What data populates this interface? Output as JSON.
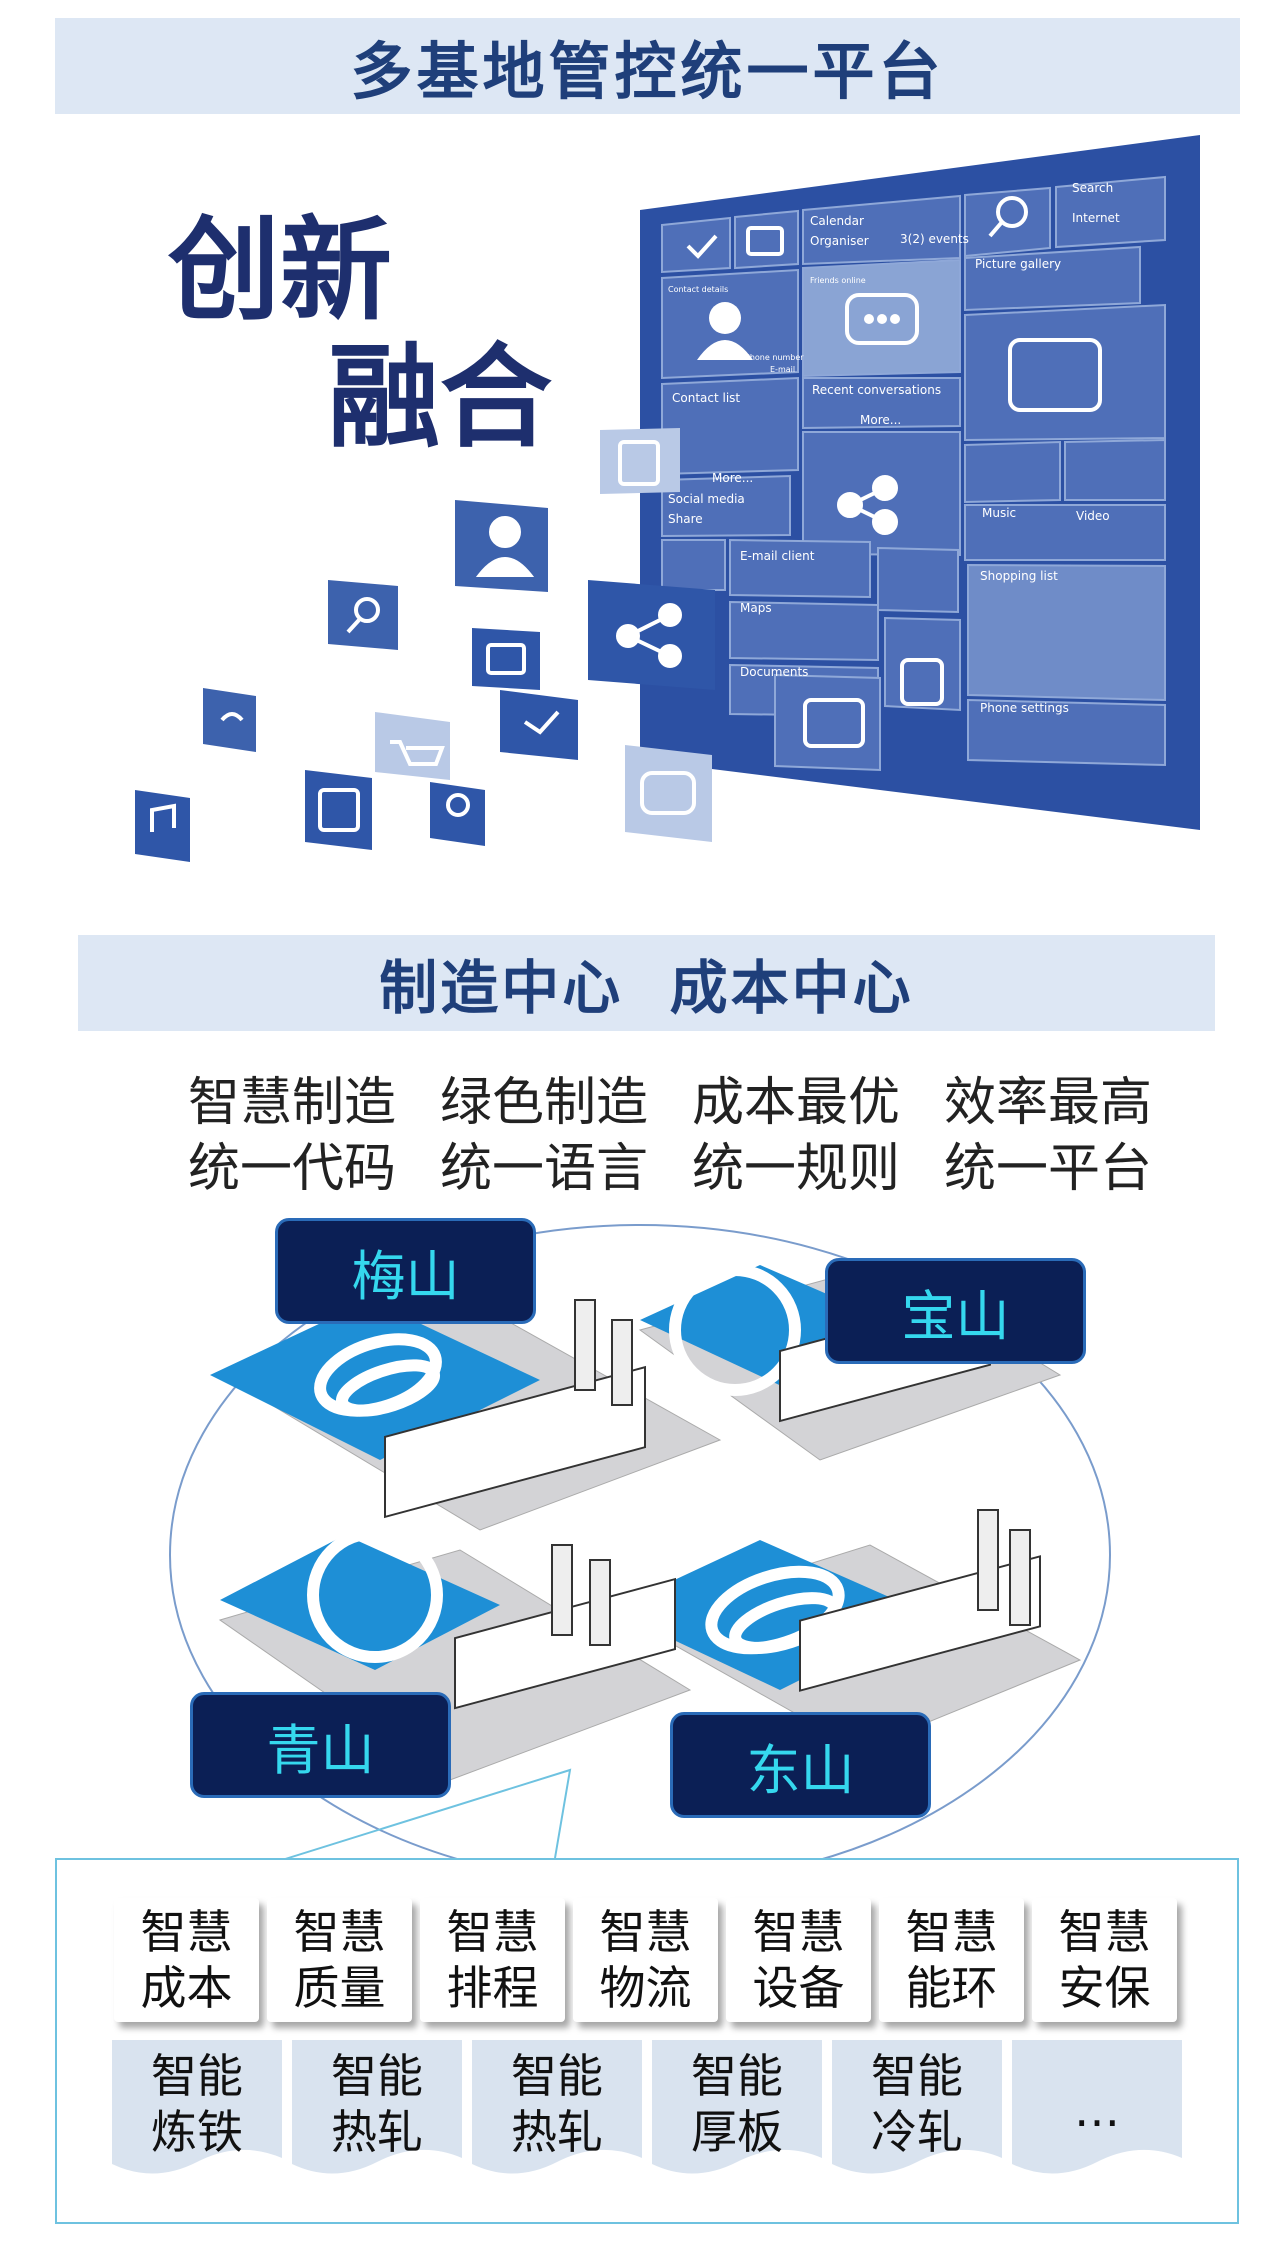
{
  "header": {
    "title": "多基地管控统一平台"
  },
  "slogan": {
    "line1": "创新",
    "line2": "融合"
  },
  "tablet": {
    "labels": [
      "Calendar",
      "Organiser",
      "3(2) events",
      "Search",
      "Internet",
      "Contact details",
      "Friends online",
      "Picture gallery",
      "Phone number",
      "E-mail",
      "Contact list",
      "Recent conversations",
      "More...",
      "More...",
      "Social media",
      "Share",
      "Music",
      "Video",
      "E-mail client",
      "Shopping list",
      "Maps",
      "Documents",
      "Phone settings"
    ]
  },
  "section2": {
    "title": "制造中心  成本中心",
    "row1": [
      "智慧制造",
      "绿色制造",
      "成本最优",
      "效率最高"
    ],
    "row2": [
      "统一代码",
      "统一语言",
      "统一规则",
      "统一平台"
    ]
  },
  "bases": {
    "meishan": "梅山",
    "baoshan": "宝山",
    "qingshan": "青山",
    "dongshan": "东山"
  },
  "smart_modules": [
    {
      "top": "智慧",
      "bottom": "成本"
    },
    {
      "top": "智慧",
      "bottom": "质量"
    },
    {
      "top": "智慧",
      "bottom": "排程"
    },
    {
      "top": "智慧",
      "bottom": "物流"
    },
    {
      "top": "智慧",
      "bottom": "设备"
    },
    {
      "top": "智慧",
      "bottom": "能环"
    },
    {
      "top": "智慧",
      "bottom": "安保"
    }
  ],
  "smart_capabilities": [
    {
      "top": "智能",
      "bottom": "炼铁"
    },
    {
      "top": "智能",
      "bottom": "热轧"
    },
    {
      "top": "智能",
      "bottom": "热轧"
    },
    {
      "top": "智能",
      "bottom": "厚板"
    },
    {
      "top": "智能",
      "bottom": "冷轧"
    },
    {
      "top": "…",
      "bottom": ""
    }
  ],
  "colors": {
    "banner_bg": "#dde7f4",
    "banner_text": "#1f3f7a",
    "navy": "#0b1f55",
    "cyan_text": "#35d8ee",
    "tile_blue": "#2f56a8",
    "diamond_blue": "#1e8fd6"
  }
}
